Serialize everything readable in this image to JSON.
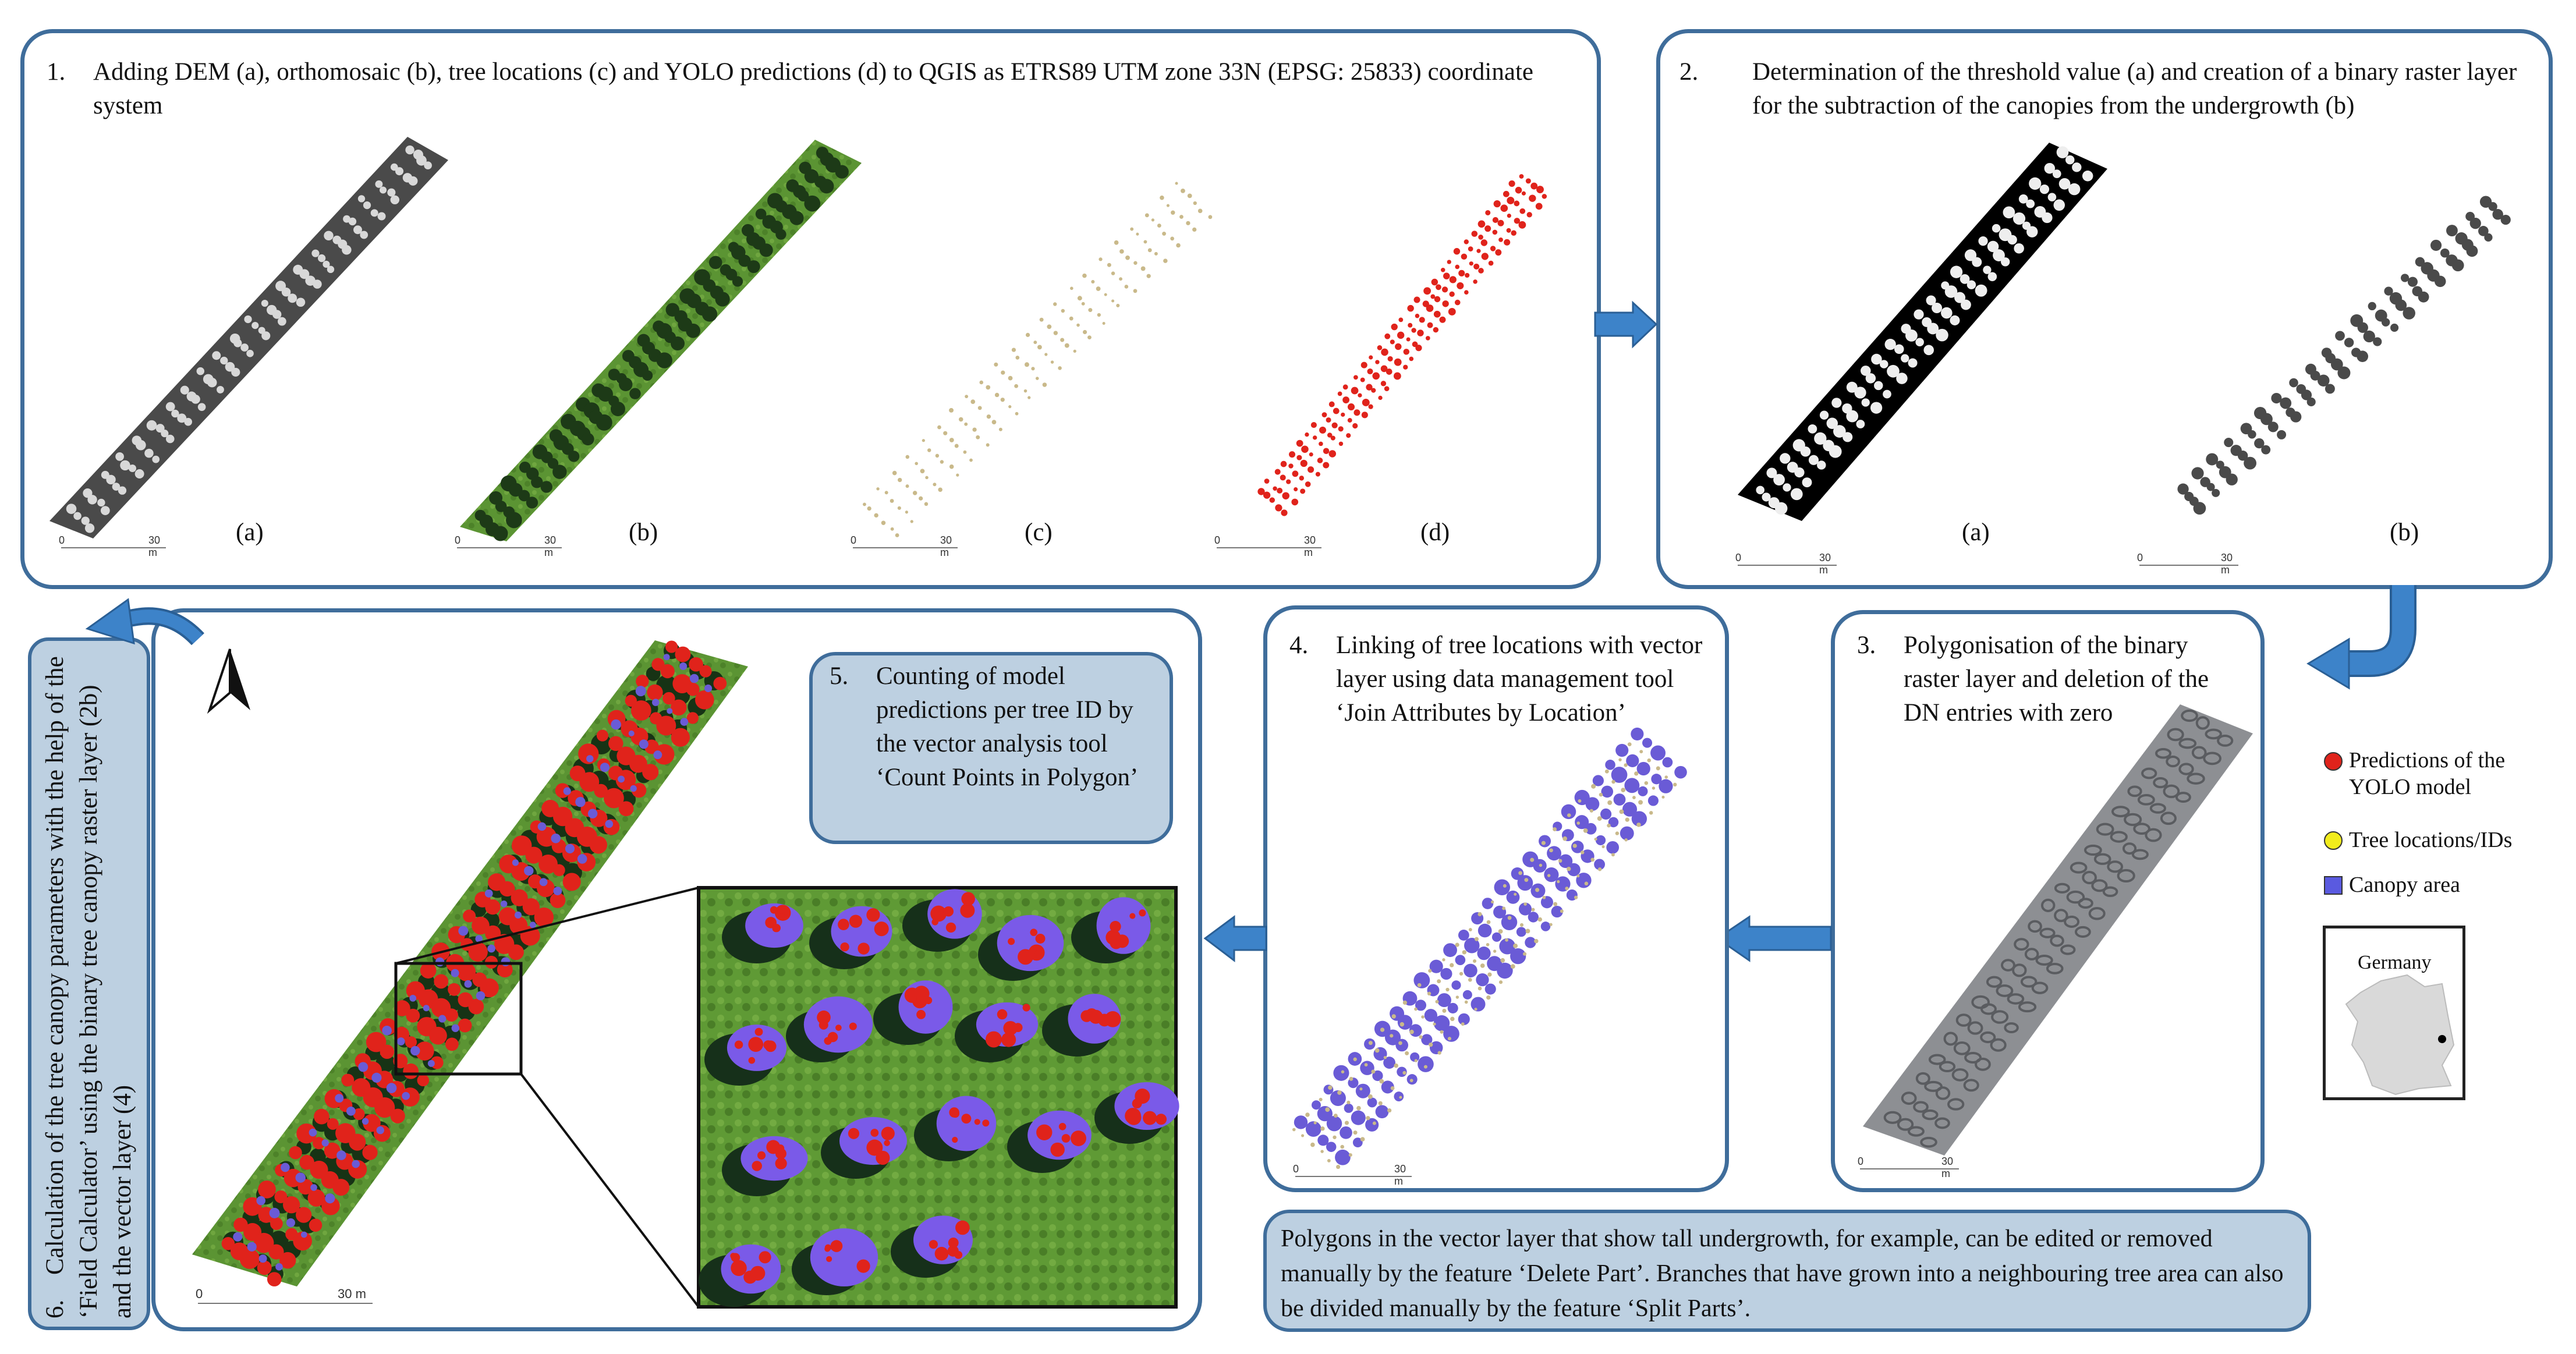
{
  "steps": {
    "s1": {
      "num": "1.",
      "text": "Adding DEM (a), orthomosaic (b), tree locations (c) and YOLO predictions (d) to QGIS as ETRS89 UTM zone 33N (EPSG: 25833) coordinate system",
      "captions": [
        "(a)",
        "(b)",
        "(c)",
        "(d)"
      ]
    },
    "s2": {
      "num": "2.",
      "text": "Determination of the threshold value (a) and creation of a binary raster layer for the subtraction of the canopies from the undergrowth (b)",
      "captions": [
        "(a)",
        "(b)"
      ]
    },
    "s3": {
      "num": "3.",
      "text": "Polygonisation of the binary raster layer and deletion of the DN entries with zero"
    },
    "s4": {
      "num": "4.",
      "text": "Linking of tree locations with vector layer using data management tool ‘Join Attributes by Location’"
    },
    "s5": {
      "num": "5.",
      "text": "Counting of model predictions per tree ID by the vector analysis tool ‘Count Points in Polygon’"
    },
    "s6": {
      "num": "6.",
      "text": "Calculation of the tree canopy parameters with the help of the ‘Field Calculator’ using the binary tree canopy raster layer (2b) and the vector layer (4)"
    }
  },
  "note": "Polygons in the vector layer that show tall undergrowth, for example, can be edited or removed manually by the feature ‘Delete Part’. Branches that have grown into a neighbouring tree area can also be divided manually by the feature ‘Split Parts’.",
  "scale": {
    "zero": "0",
    "label": "30 m"
  },
  "legend": {
    "items": [
      {
        "label": "Predictions of the YOLO model",
        "color": "#e0231b"
      },
      {
        "label": "Tree locations/IDs",
        "color": "#f2ec1c"
      },
      {
        "label": "Canopy area",
        "color": "#5a5ae0"
      }
    ]
  },
  "map": {
    "label": "Germany"
  },
  "colors": {
    "frame": "#3f6d9b",
    "arrow": "#3d83c9",
    "note_fill": "#bdd0e1",
    "prediction": "#e0231b",
    "canopy": "#6a5bd6",
    "grass": "#4f8a2a"
  }
}
